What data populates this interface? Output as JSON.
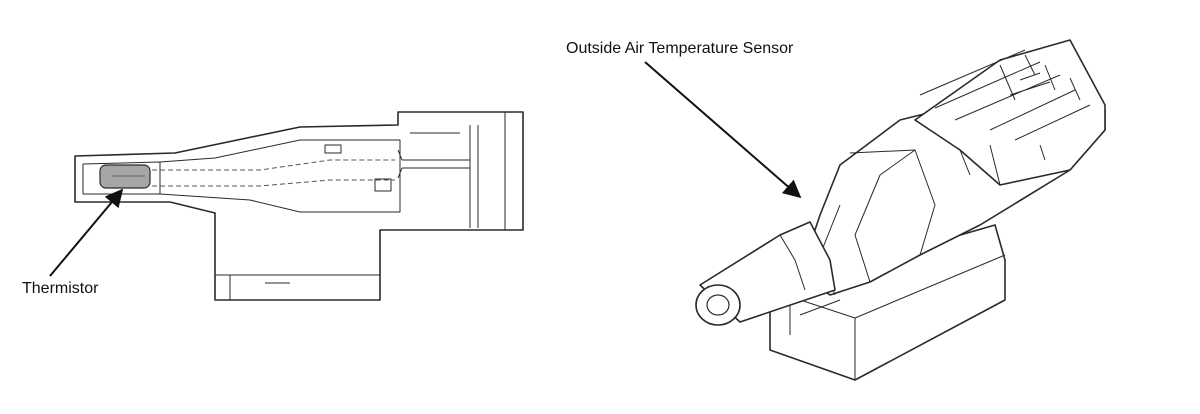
{
  "labels": {
    "thermistor": "Thermistor",
    "outside_air_temperature_sensor": "Outside Air Temperature Sensor"
  },
  "colors": {
    "line": "#2a2a2a",
    "thin_line": "#555555",
    "thermistor_fill": "#a6a6a6",
    "body_fill": "#ffffff",
    "label_text": "#111111"
  },
  "icons": {
    "leader_arrow": "arrowhead"
  }
}
